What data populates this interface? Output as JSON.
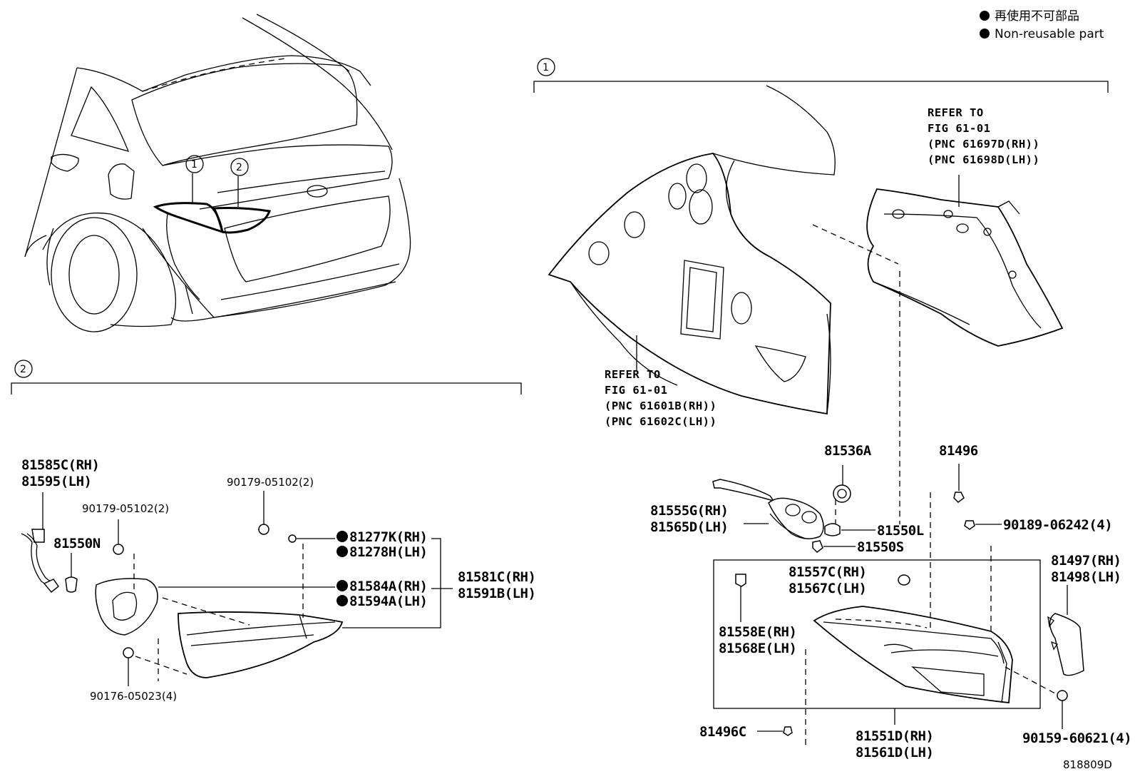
{
  "legend": {
    "jp": "再使用不可部品",
    "en": "Non-reusable part"
  },
  "callouts": {
    "one": "1",
    "two": "2"
  },
  "refer_right": [
    "REFER TO",
    "FIG 61-01",
    "(PNC 61697D(RH))",
    "(PNC 61698D(LH))"
  ],
  "refer_left": [
    "REFER TO",
    "FIG 61-01",
    "(PNC 61601B(RH))",
    "(PNC 61602C(LH))"
  ],
  "section2_labels": {
    "p81585": [
      "81585C(RH)",
      "81595(LH)"
    ],
    "p90179_a": "90179-05102(2)",
    "p81550N": "81550N",
    "p90179_b": "90179-05102(2)",
    "p81277": [
      "81277K(RH)",
      "81278H(LH)"
    ],
    "p81584": [
      "81584A(RH)",
      "81594A(LH)"
    ],
    "p81581": [
      "81581C(RH)",
      "81591B(LH)"
    ],
    "p90176": "90176-05023(4)"
  },
  "section1_labels": {
    "p81536A": "81536A",
    "p81496": "81496",
    "p81555": [
      "81555G(RH)",
      "81565D(LH)"
    ],
    "p81550L": "81550L",
    "p81550S": "81550S",
    "p90189": "90189-06242(4)",
    "p81557": [
      "81557C(RH)",
      "81567C(LH)"
    ],
    "p81497": [
      "81497(RH)",
      "81498(LH)"
    ],
    "p81558": [
      "81558E(RH)",
      "81568E(LH)"
    ],
    "p81496C": "81496C",
    "p81551": [
      "81551D(RH)",
      "81561D(LH)"
    ],
    "p90159": "90159-60621(4)"
  },
  "figure_code": "818809D"
}
